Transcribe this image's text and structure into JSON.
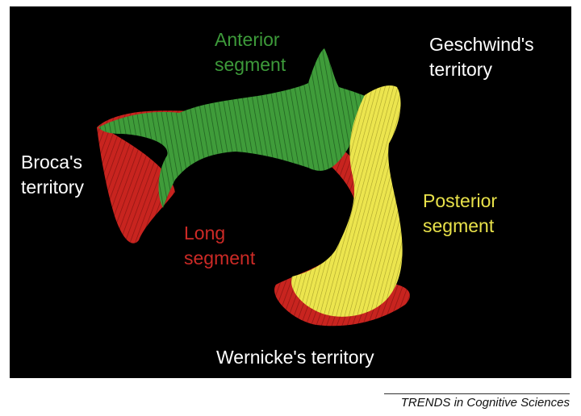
{
  "labels": {
    "anterior": "Anterior\nsegment",
    "geschwind": "Geschwind's\nterritory",
    "broca": "Broca's\nterritory",
    "posterior": "Posterior\nsegment",
    "long": "Long\nsegment",
    "wernicke": "Wernicke's territory"
  },
  "footer": "TRENDS in Cognitive Sciences",
  "colors": {
    "background": "#000000",
    "anterior_segment": "#3d9a3a",
    "long_segment": "#cc2a26",
    "posterior_segment": "#e9e24a",
    "label_white": "#ffffff"
  }
}
